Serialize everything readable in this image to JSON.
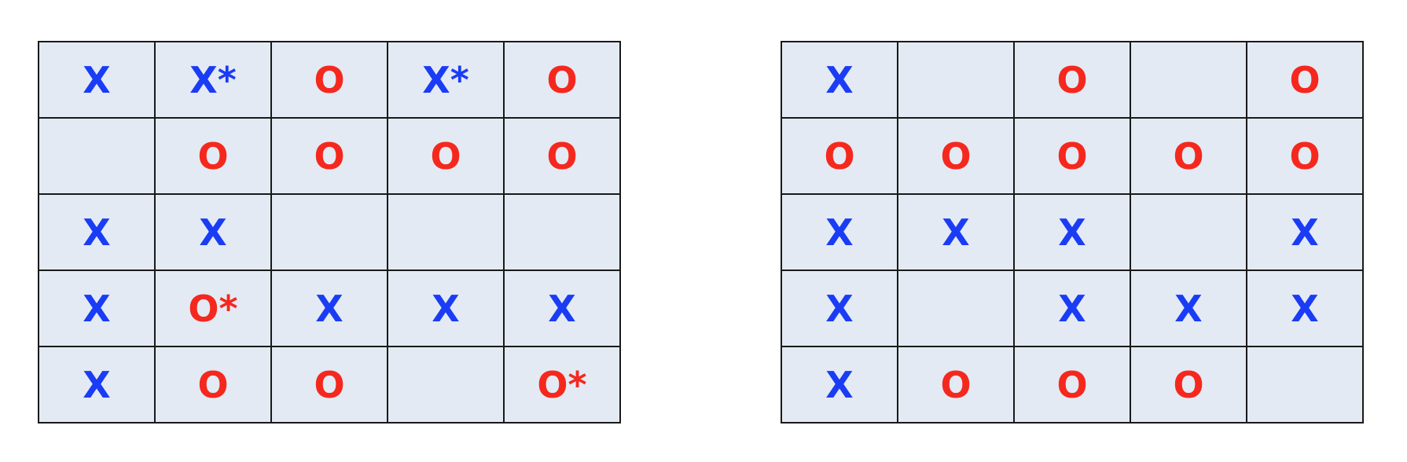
{
  "colors": {
    "x_mark": "#1a3cf5",
    "o_mark": "#f5281e",
    "cell_background": "#e3eaf3",
    "grid_line": "#1a1a1a"
  },
  "boards": [
    {
      "rows": [
        [
          "X",
          "X*",
          "O",
          "X*",
          "O"
        ],
        [
          "",
          "O",
          "O",
          "O",
          "O"
        ],
        [
          "X",
          "X",
          "",
          "",
          ""
        ],
        [
          "X",
          "O*",
          "X",
          "X",
          "X"
        ],
        [
          "X",
          "O",
          "O",
          "",
          "O*"
        ]
      ]
    },
    {
      "rows": [
        [
          "X",
          "",
          "O",
          "",
          "O"
        ],
        [
          "O",
          "O",
          "O",
          "O",
          "O"
        ],
        [
          "X",
          "X",
          "X",
          "",
          "X"
        ],
        [
          "X",
          "",
          "X",
          "X",
          "X"
        ],
        [
          "X",
          "O",
          "O",
          "O",
          ""
        ]
      ]
    }
  ]
}
